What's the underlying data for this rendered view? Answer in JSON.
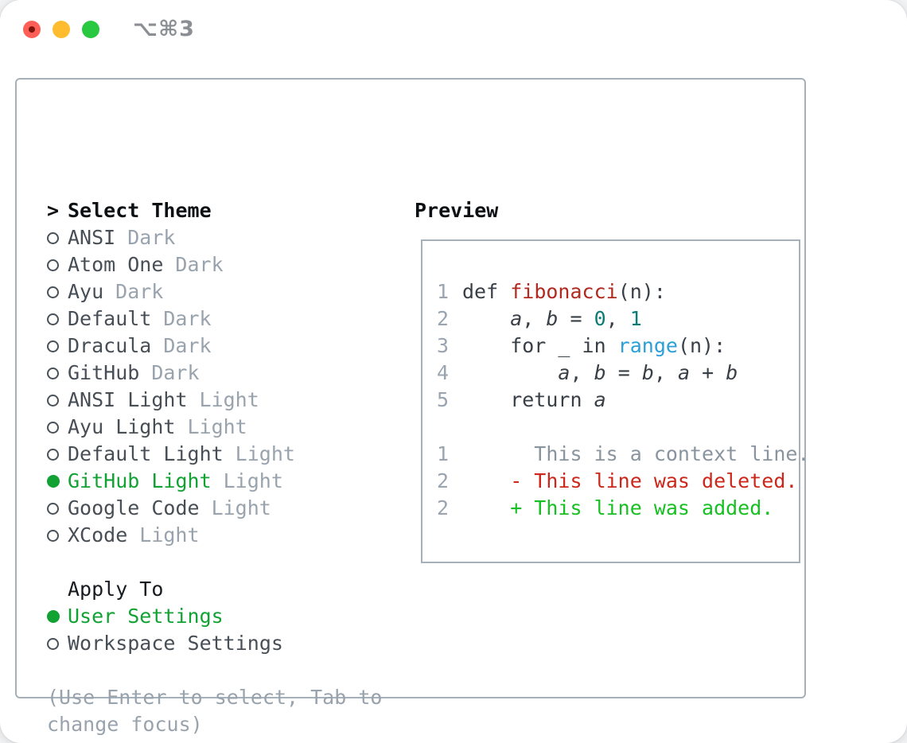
{
  "window": {
    "title": "⌥⌘3",
    "traffic_lights": [
      "close",
      "minimize",
      "zoom"
    ]
  },
  "theme_picker": {
    "prompt_prefix": ">",
    "heading": "Select Theme",
    "items": [
      {
        "name": "ANSI",
        "variant": "Dark",
        "selected": false
      },
      {
        "name": "Atom One",
        "variant": "Dark",
        "selected": false
      },
      {
        "name": "Ayu",
        "variant": "Dark",
        "selected": false
      },
      {
        "name": "Default",
        "variant": "Dark",
        "selected": false
      },
      {
        "name": "Dracula",
        "variant": "Dark",
        "selected": false
      },
      {
        "name": "GitHub",
        "variant": "Dark",
        "selected": false
      },
      {
        "name": "ANSI Light",
        "variant": "Light",
        "selected": false
      },
      {
        "name": "Ayu Light",
        "variant": "Light",
        "selected": false
      },
      {
        "name": "Default Light",
        "variant": "Light",
        "selected": false
      },
      {
        "name": "GitHub Light",
        "variant": "Light",
        "selected": true
      },
      {
        "name": "Google Code",
        "variant": "Light",
        "selected": false
      },
      {
        "name": "XCode",
        "variant": "Light",
        "selected": false
      }
    ],
    "apply_heading": "Apply To",
    "apply_options": [
      {
        "label": "User Settings",
        "selected": true
      },
      {
        "label": "Workspace Settings",
        "selected": false
      }
    ],
    "hint_lines": [
      "(Use Enter to select, Tab to",
      "change focus)"
    ]
  },
  "preview": {
    "heading": "Preview",
    "lines": [
      {
        "num": "1",
        "segs": [
          [
            "plain",
            "def "
          ],
          [
            "func",
            "fibonacci"
          ],
          [
            "plain",
            "(n):"
          ]
        ]
      },
      {
        "num": "2",
        "segs": [
          [
            "plain",
            "    "
          ],
          [
            "var",
            "a"
          ],
          [
            "plain",
            ", "
          ],
          [
            "var",
            "b"
          ],
          [
            "plain",
            " = "
          ],
          [
            "number",
            "0"
          ],
          [
            "plain",
            ", "
          ],
          [
            "number",
            "1"
          ]
        ]
      },
      {
        "num": "3",
        "segs": [
          [
            "plain",
            "    for _ in "
          ],
          [
            "call",
            "range"
          ],
          [
            "plain",
            "(n):"
          ]
        ]
      },
      {
        "num": "4",
        "segs": [
          [
            "plain",
            "        "
          ],
          [
            "var",
            "a"
          ],
          [
            "plain",
            ", "
          ],
          [
            "var",
            "b"
          ],
          [
            "plain",
            " = "
          ],
          [
            "var",
            "b"
          ],
          [
            "plain",
            ", "
          ],
          [
            "var",
            "a"
          ],
          [
            "plain",
            " + "
          ],
          [
            "var",
            "b"
          ]
        ]
      },
      {
        "num": "5",
        "segs": [
          [
            "plain",
            "    return "
          ],
          [
            "var",
            "a"
          ]
        ]
      },
      {
        "num": "",
        "segs": []
      },
      {
        "num": "1",
        "segs": [
          [
            "context",
            "      This is a context line."
          ]
        ]
      },
      {
        "num": "2",
        "segs": [
          [
            "deleted",
            "    - This line was deleted."
          ]
        ]
      },
      {
        "num": "2",
        "segs": [
          [
            "added",
            "    + This line was added."
          ]
        ]
      }
    ]
  },
  "colors": {
    "selection_green": "#12a233",
    "added_green": "#17c022",
    "deleted_red": "#cc271a",
    "function_red": "#b02a20",
    "number_teal": "#0b7d76",
    "call_blue": "#2b9fd8",
    "muted_gray": "#99a3ad",
    "border_gray": "#a6b0ba",
    "traffic_red": "#ff5f57",
    "traffic_yellow": "#febc2e",
    "traffic_green": "#28c840"
  }
}
